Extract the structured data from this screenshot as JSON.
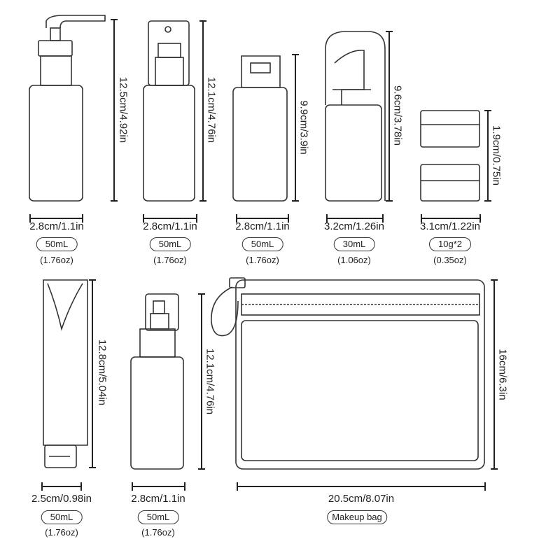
{
  "items": [
    {
      "name": "pump-bottle",
      "height": "12.5cm/4.92in",
      "width": "2.8cm/1.1in",
      "capacity": "50mL",
      "weight": "(1.76oz)"
    },
    {
      "name": "spray-bottle",
      "height": "12.1cm/4.76in",
      "width": "2.8cm/1.1in",
      "capacity": "50mL",
      "weight": "(1.76oz)"
    },
    {
      "name": "flip-cap-bottle",
      "height": "9.9cm/3.9in",
      "width": "2.8cm/1.1in",
      "capacity": "50mL",
      "weight": "(1.76oz)"
    },
    {
      "name": "foam-bottle",
      "height": "9.6cm/3.78in",
      "width": "3.2cm/1.26in",
      "capacity": "30mL",
      "weight": "(1.06oz)"
    },
    {
      "name": "cream-jars",
      "height": "1.9cm/0.75in",
      "width": "3.1cm/1.22in",
      "capacity": "10g*2",
      "weight": "(0.35oz)"
    },
    {
      "name": "squeeze-tube",
      "height": "12.8cm/5.04in",
      "width": "2.5cm/0.98in",
      "capacity": "50mL",
      "weight": "(1.76oz)"
    },
    {
      "name": "lotion-pump-bottle",
      "height": "12.1cm/4.76in",
      "width": "2.8cm/1.1in",
      "capacity": "50mL",
      "weight": "(1.76oz)"
    },
    {
      "name": "makeup-bag",
      "height": "16cm/6.3in",
      "width": "20.5cm/8.07in",
      "capacity": "Makeup bag"
    }
  ]
}
